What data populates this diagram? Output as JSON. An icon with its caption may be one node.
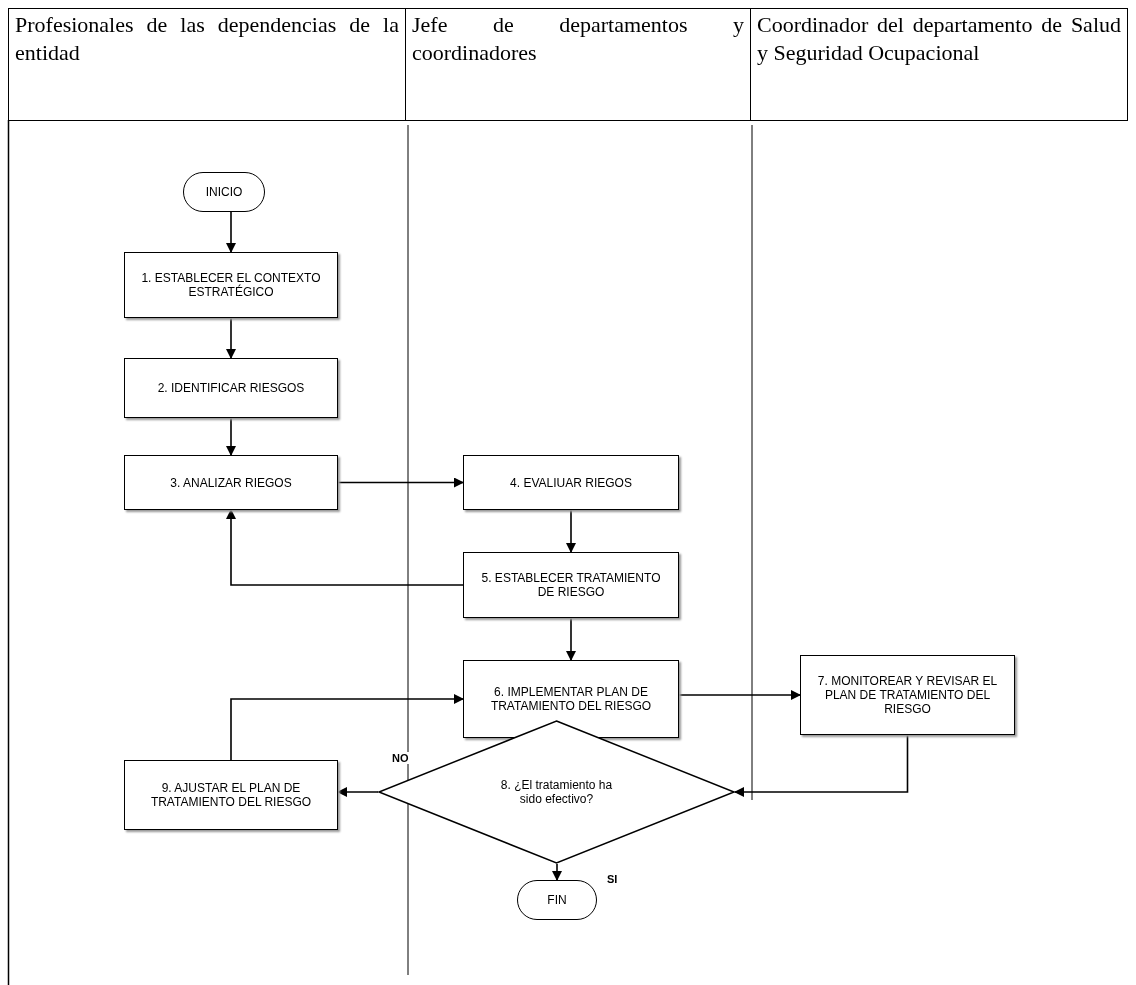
{
  "diagram": {
    "nodes": [
      {
        "text": [
          "Profesionales de las dependencias de la entidad"
        ]
      },
      {
        "text": [
          "Jefe de departamentos y coordinadores"
        ]
      },
      {
        "text": [
          "Coordinador del departamento de Salud y Seguridad Ocupacional"
        ]
      },
      {
        "text": [
          "INICIO"
        ]
      },
      {
        "text": [
          "1. ESTABLECER EL CONTEXTO ESTRATÉGICO"
        ]
      },
      {
        "text": [
          "2. IDENTIFICAR RIESGOS"
        ]
      },
      {
        "text": [
          "3. ANALIZAR RIEGOS"
        ]
      },
      {
        "text": [
          "4. EVALIUAR RIEGOS"
        ]
      },
      {
        "text": [
          "5. ESTABLECER TRATAMIENTO DE RIESGO"
        ]
      },
      {
        "text": [
          "6. IMPLEMENTAR PLAN DE TRATAMIENTO DEL RIESGO"
        ]
      },
      {
        "text": [
          "7. MONITOREAR Y REVISAR EL PLAN DE TRATAMIENTO DEL RIESGO"
        ]
      },
      {
        "text": [
          "8. ¿El tratamiento ha sido efectivo?"
        ]
      },
      {
        "text": [
          "9. AJUSTAR EL PLAN DE TRATAMIENTO DEL RIESGO"
        ]
      },
      {
        "text": [
          "FIN"
        ]
      }
    ],
    "edges": [
      {
        "from": 3,
        "to": 4,
        "arrow": "to"
      },
      {
        "from": 4,
        "to": 5,
        "arrow": "to"
      },
      {
        "from": 5,
        "to": 6,
        "arrow": "to"
      },
      {
        "from": 6,
        "to": 7,
        "arrow": "to"
      },
      {
        "from": 7,
        "to": 8,
        "arrow": "to"
      },
      {
        "from": 8,
        "to": 6,
        "arrow": "to"
      },
      {
        "from": 8,
        "to": 9,
        "arrow": "to"
      },
      {
        "from": 9,
        "to": 10,
        "arrow": "to"
      },
      {
        "from": 10,
        "to": 11,
        "arrow": "to"
      },
      {
        "from": 11,
        "to": 12,
        "arrow": "to",
        "label": "NO"
      },
      {
        "from": 11,
        "to": 13,
        "arrow": "to",
        "label": "SI"
      },
      {
        "from": 12,
        "to": 9,
        "arrow": "to"
      }
    ]
  }
}
